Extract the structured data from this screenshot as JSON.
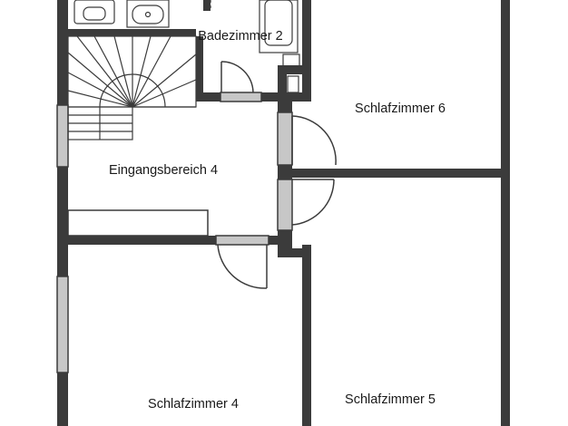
{
  "plan": {
    "colors": {
      "wall": "#3b3b3b",
      "window": "#c7c7c7",
      "line": "#3b3b3b",
      "background": "#ffffff"
    },
    "rooms": {
      "bath": {
        "label": "Badezimmer 2"
      },
      "bedroom6": {
        "label": "Schlafzimmer 6"
      },
      "entrance": {
        "label": "Eingangsbereich 4"
      },
      "bedroom4": {
        "label": "Schlafzimmer 4"
      },
      "bedroom5": {
        "label": "Schlafzimmer 5"
      }
    },
    "fixtures": [
      "toilet-icon",
      "sink-icon",
      "bathtub-icon",
      "staircase-icon"
    ]
  }
}
